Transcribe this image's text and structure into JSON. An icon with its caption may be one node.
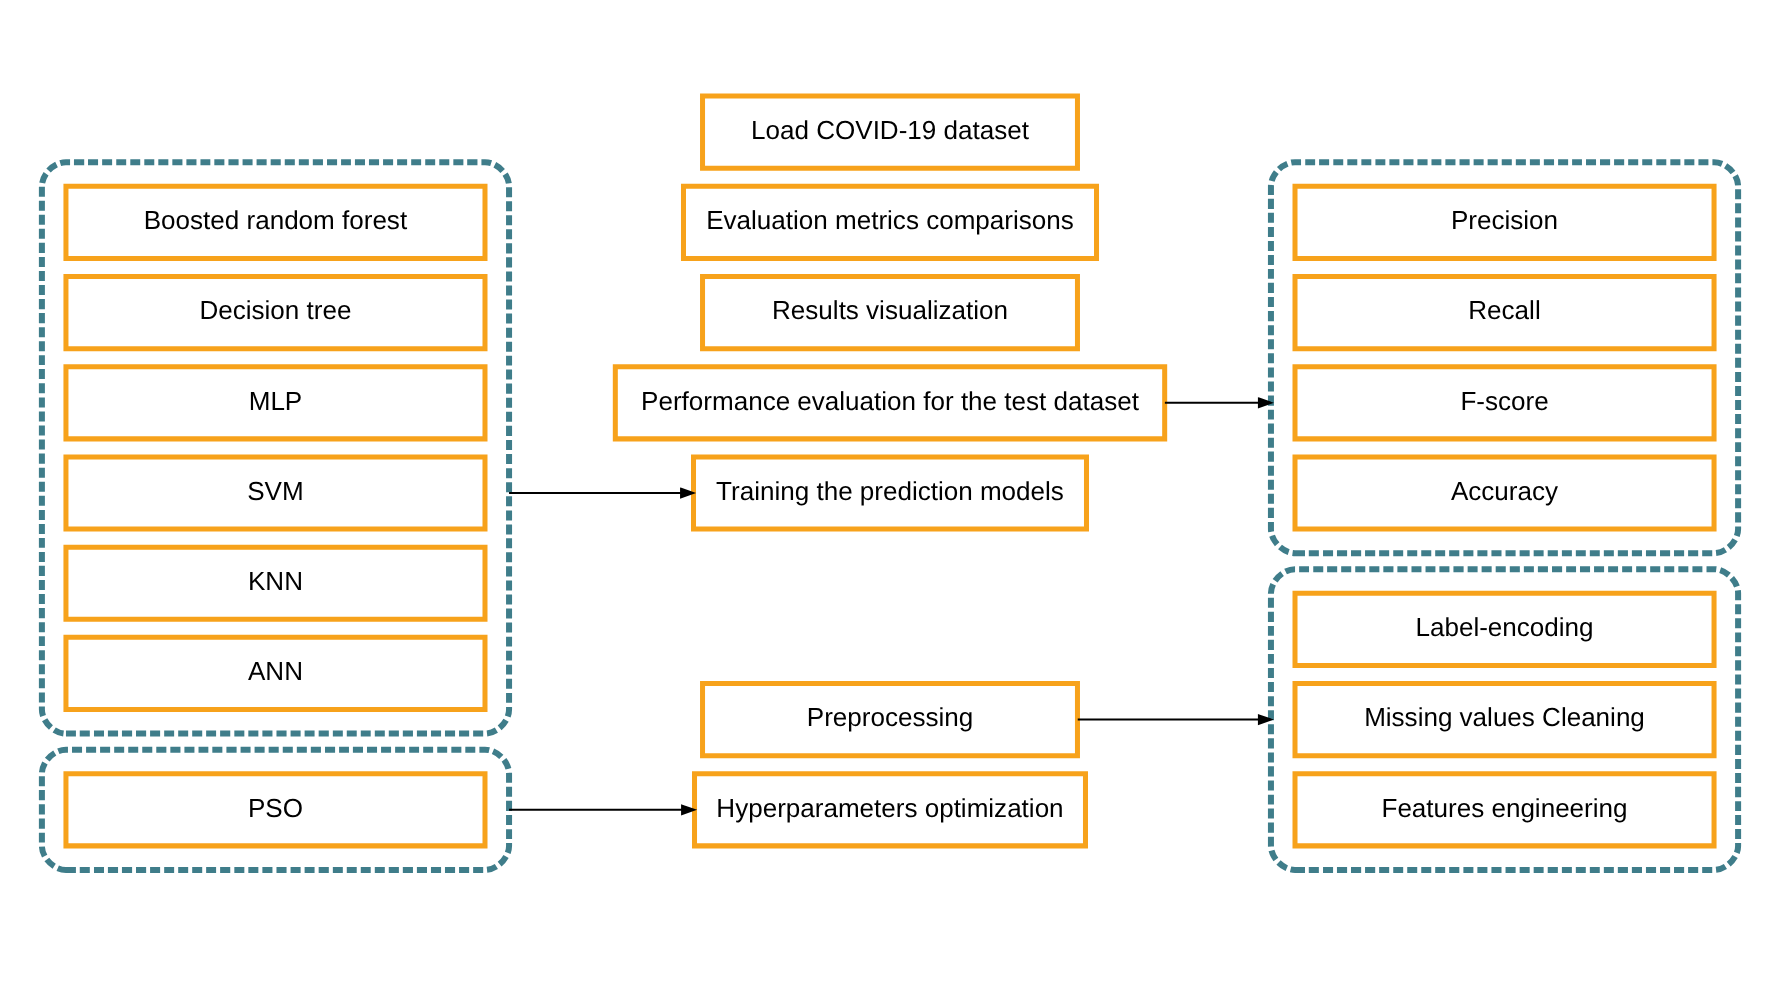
{
  "diagram": {
    "nodes": [
      {
        "text": [
          "Load COVID-19 dataset"
        ]
      },
      {
        "text": [
          "Preprocessing"
        ]
      },
      {
        "text": [
          "Hyperparameters optimization"
        ]
      },
      {
        "text": [
          "Training the prediction models"
        ]
      },
      {
        "text": [
          "Performance evaluation for the test dataset"
        ]
      },
      {
        "text": [
          "Evaluation metrics comparisons"
        ]
      },
      {
        "text": [
          "Results visualization"
        ]
      },
      {
        "text": [],
        "shape": "box"
      },
      {
        "text": [
          "PSO"
        ],
        "in": 7
      },
      {
        "text": [],
        "shape": "box"
      },
      {
        "text": [
          "Label-encoding"
        ],
        "in": 9
      },
      {
        "text": [
          "Missing values Cleaning"
        ],
        "in": 9
      },
      {
        "text": [
          "Features engineering"
        ],
        "in": 9
      },
      {
        "text": [],
        "shape": "box"
      },
      {
        "text": [
          "Boosted random forest"
        ],
        "in": 13
      },
      {
        "text": [
          "Decision tree"
        ],
        "in": 13
      },
      {
        "text": [
          "MLP"
        ],
        "in": 13
      },
      {
        "text": [
          "SVM"
        ],
        "in": 13
      },
      {
        "text": [
          "KNN"
        ],
        "in": 13
      },
      {
        "text": [
          "ANN"
        ],
        "in": 13
      },
      {
        "text": [],
        "shape": "box"
      },
      {
        "text": [
          "Precision"
        ],
        "in": 20
      },
      {
        "text": [
          "Recall"
        ],
        "in": 20
      },
      {
        "text": [
          "F-score"
        ],
        "in": 20
      },
      {
        "text": [
          "Accuracy"
        ],
        "in": 20
      }
    ],
    "edges": [
      {
        "from": 7,
        "to": 2,
        "arrow": "to"
      },
      {
        "from": 1,
        "to": 9,
        "arrow": "to"
      },
      {
        "from": 13,
        "to": 3,
        "arrow": "to"
      },
      {
        "from": 4,
        "to": 20,
        "arrow": "to"
      }
    ]
  }
}
